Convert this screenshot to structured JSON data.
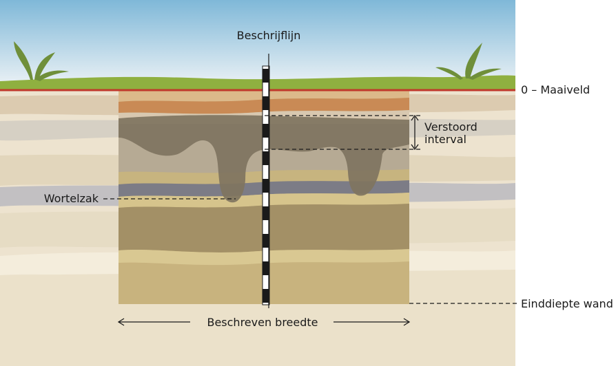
{
  "labels": {
    "beschrijflijn": "Beschrijflijn",
    "maaiveld": "0 – Maaiveld",
    "verstoord_line1": "Verstoord",
    "verstoord_line2": "interval",
    "wortelzak": "Wortelzak",
    "einddiepte": "Einddiepte wand",
    "beschreven_breedte": "Beschreven breedte"
  },
  "colors": {
    "sky_top": "#7fb8d8",
    "sky_bottom": "#eef3f6",
    "grass": "#8fb040",
    "surface_line": "#c0392b",
    "soil_pale": "#ede3cf",
    "soil_sand": "#d8c496",
    "soil_dark": "#8a7452",
    "disturbed": "#7f7460",
    "grey_band": "#8c8c98",
    "plant": "#6f8f3a"
  }
}
